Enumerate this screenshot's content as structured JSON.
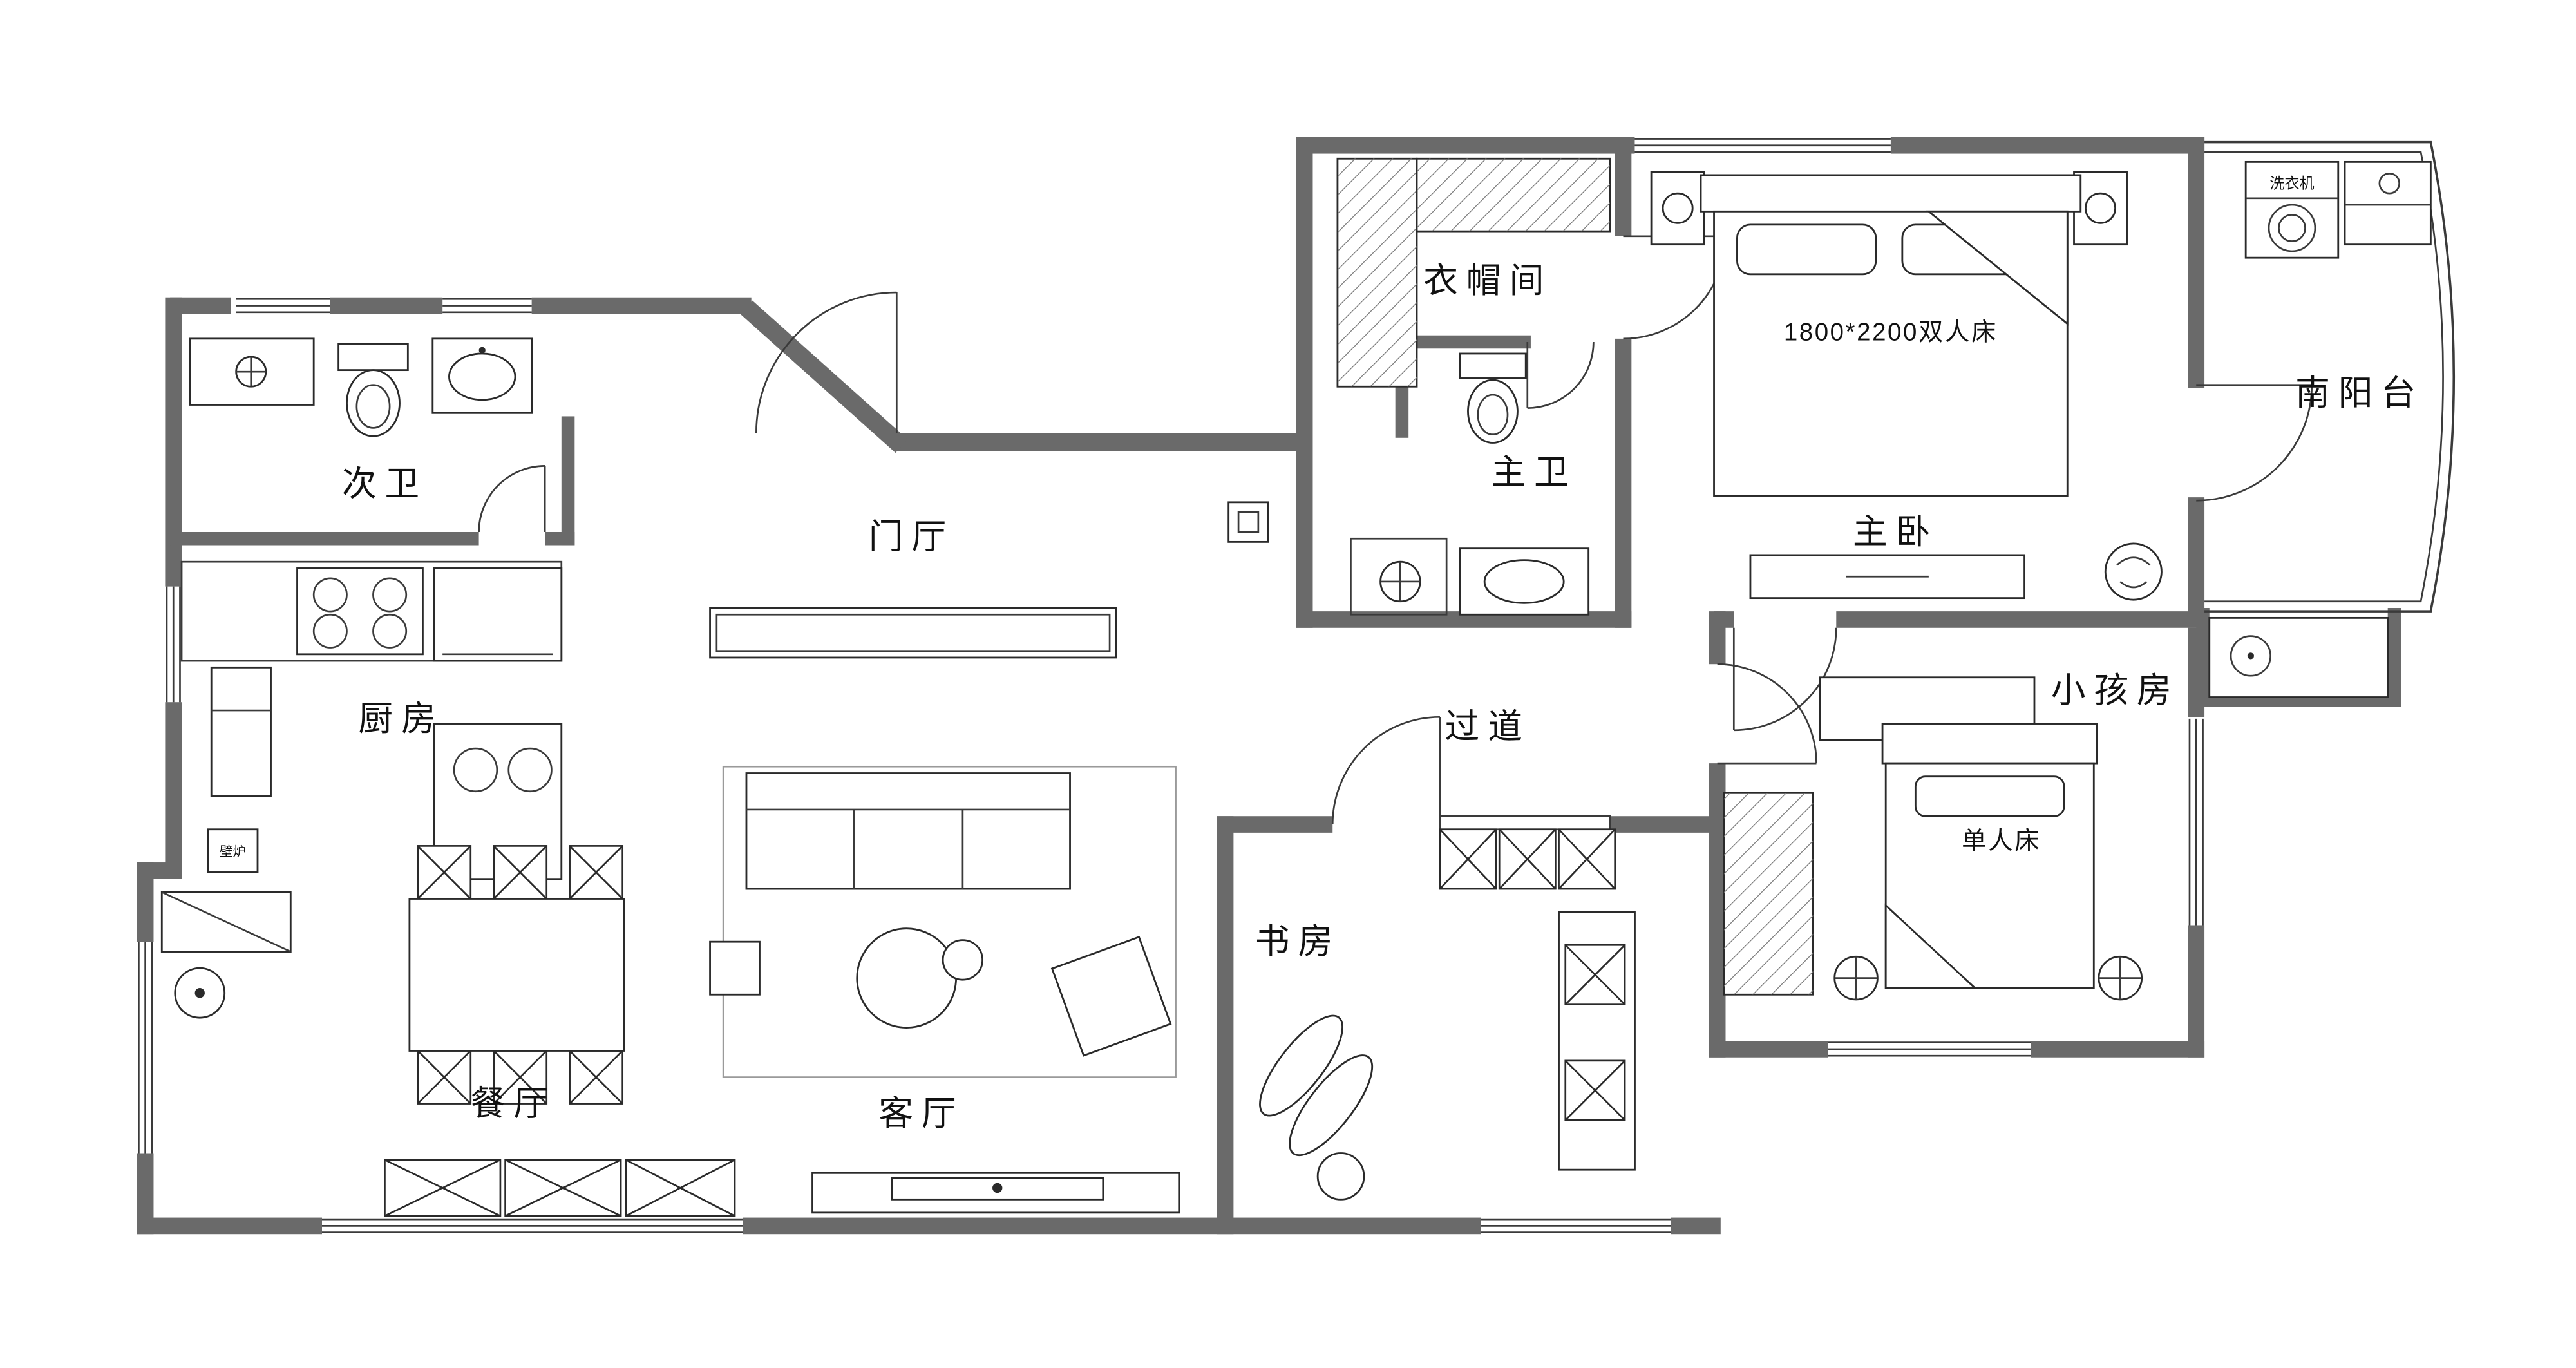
{
  "colors": {
    "wall": "#6a6a6a",
    "line": "#2a2a2a",
    "background": "#ffffff"
  },
  "rooms": {
    "secondary_bath": "次卫",
    "foyer": "门厅",
    "kitchen": "厨房",
    "dining": "餐厅",
    "living": "客厅",
    "corridor": "过道",
    "study": "书房",
    "cloakroom": "衣帽间",
    "master_bath": "主卫",
    "master_bedroom": "主卧",
    "south_balcony": "南阳台",
    "kids_room": "小孩房"
  },
  "furniture": {
    "double_bed": "1800*2200双人床",
    "single_bed": "单人床",
    "washing_machine": "洗衣机",
    "boiler": "壁炉"
  }
}
